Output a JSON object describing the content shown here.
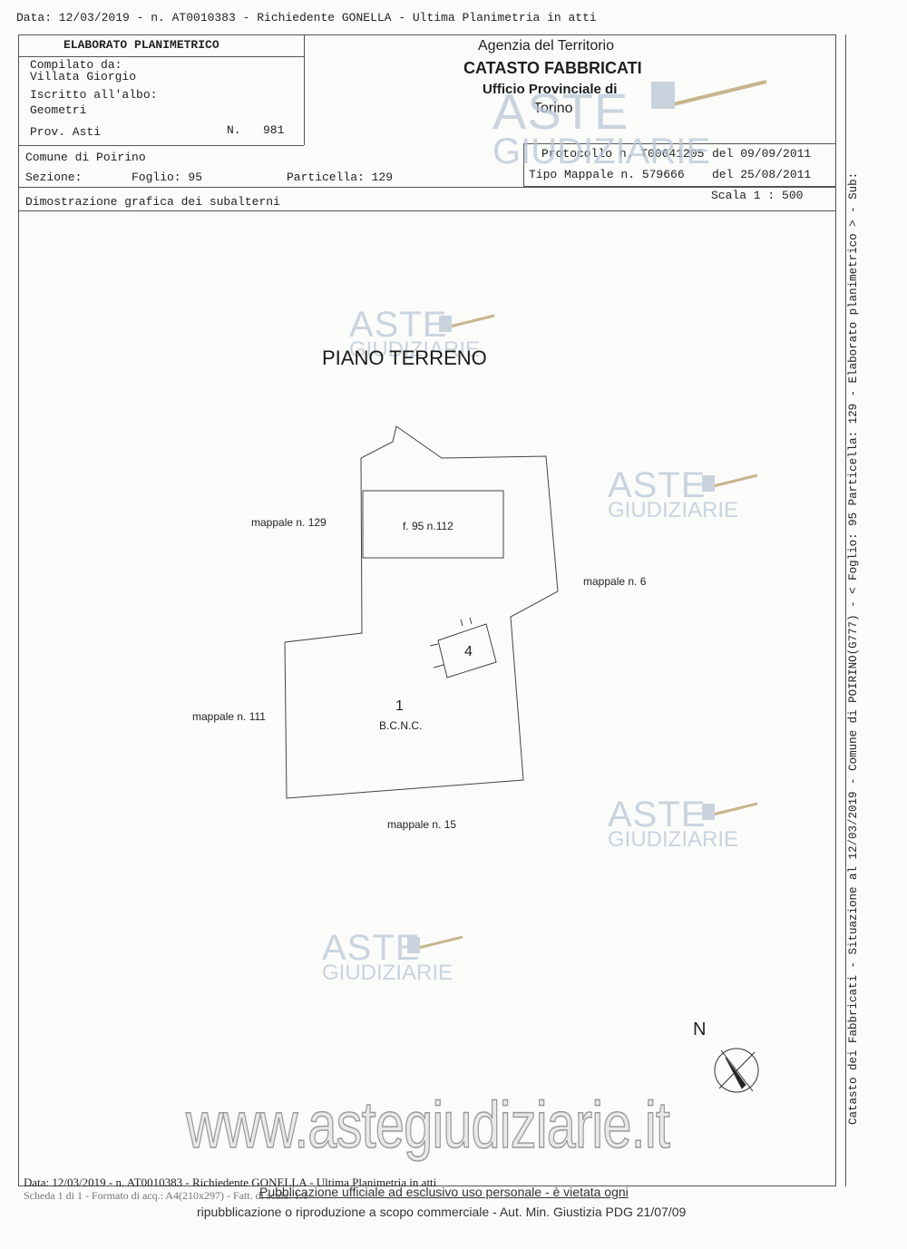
{
  "top_line": "Data: 12/03/2019 -  n. AT0010383 - Richiedente GONELLA - Ultima Planimetria in atti",
  "elaborato": {
    "title": "ELABORATO PLANIMETRICO",
    "compilato_label": "Compilato da:",
    "compilato_name": "Villata Giorgio",
    "iscritto_label": "Iscritto all'albo:",
    "iscritto_value": "Geometri",
    "prov": "Prov. Asti",
    "n_label": "N.",
    "n_value": "981"
  },
  "agency": {
    "line1": "Agenzia del Territorio",
    "line2": "CATASTO FABBRICATI",
    "line3": "Ufficio Provinciale di",
    "line4": "Torino"
  },
  "comune": "Comune di Poirino",
  "sezione_label": "Sezione:",
  "foglio": "Foglio: 95",
  "particella": "Particella: 129",
  "protocollo": "Protocollo n. T00641205",
  "protocollo_date": "del 09/09/2011",
  "tipo_mappale": "Tipo Mappale n. 579666",
  "tipo_mappale_date": "del 25/08/2011",
  "dimostrazione": "Dimostrazione grafica dei subalterni",
  "scala": "Scala 1 : 500",
  "watermark": {
    "line1": "ASTE",
    "line2": "GIUDIZIARIE"
  },
  "plan": {
    "title": "PIANO TERRENO",
    "labels": {
      "mappale_129": "mappale n. 129",
      "foglio_112": "f. 95 n.112",
      "mappale_6": "mappale n. 6",
      "sub_4": "4",
      "sub_1": "1",
      "bcnc": "B.C.N.C.",
      "mappale_111": "mappale n. 111",
      "mappale_15": "mappale n. 15"
    },
    "north": "N"
  },
  "sidebar_text": "Catasto dei Fabbricati - Situazione al 12/03/2019 - Comune di POIRINO(G777) - < Foglio: 95 Particella: 129 - Elaborato planimetrico > - Sub:",
  "website": "www.astegiudiziarie.it",
  "footer": {
    "line1": "Data: 12/03/2019 -  n. AT0010383 - Richiedente GONELLA - Ultima Planimetria in atti",
    "line2": "Scheda 1 di 1 - Formato di acq.: A4(210x297) - Fatt. di scala: 1:1",
    "notice1": "Pubblicazione ufficiale ad esclusivo uso personale - è vietata ogni",
    "notice2": "ripubblicazione o riproduzione a scopo commerciale - Aut. Min. Giustizia PDG 21/07/09"
  }
}
